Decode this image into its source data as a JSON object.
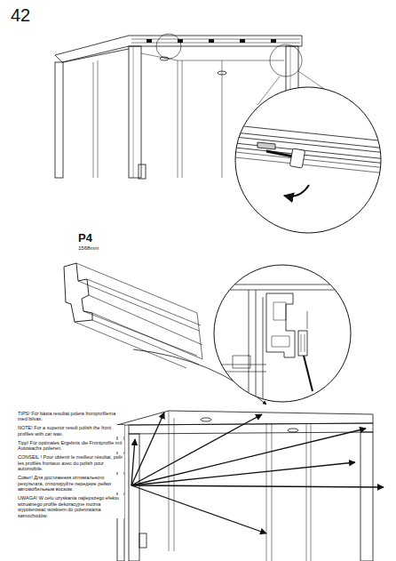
{
  "diagram": {
    "labels": [
      "42",
      "P4",
      "1568mm",
      "TIPS! För bästa resultat polera frontprofilerna med bilvax.",
      "NOTE! For a superior result polish the front profiles with car wax.",
      "Tipp! Für optimales Ergebnis die Frontprofile mit Autowachs polieren.",
      "CONSEIL ! Pour obtenir le meilleur résultat, polir les profilés frontaux avec du polish pour automobile.",
      "Совет! Для достижения оптимального результата, отполируйте передние рейки автомобильным воском.",
      "UWAGA! W celu uzyskania najlepszego efektu wizualnego profile dekoracyjne można wypolerować woskiem do polerowania samochodów."
    ]
  }
}
